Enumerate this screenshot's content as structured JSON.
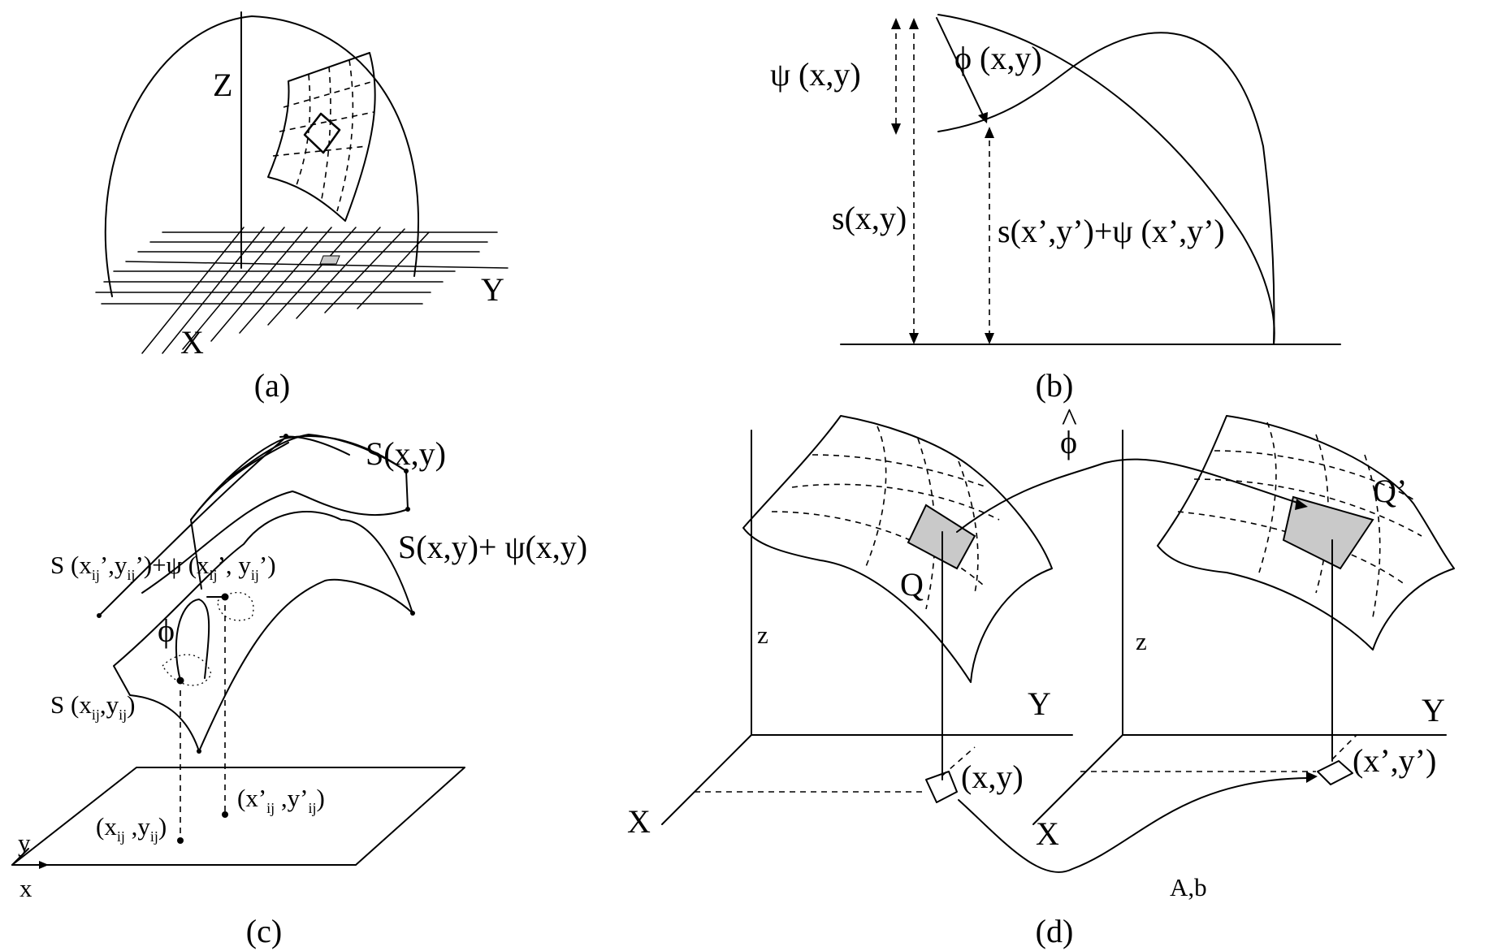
{
  "panels": {
    "a": {
      "caption": "(a)",
      "z_axis": "Z",
      "y_axis": "Y",
      "x_axis": "X"
    },
    "b": {
      "caption": "(b)",
      "psi_label": "ψ (x,y)",
      "phi_label": "ϕ (x,y)",
      "s_label": "s(x,y)",
      "s_plus_psi_label": "s(x’,y’)+ψ (x’,y’)"
    },
    "c": {
      "caption": "(c)",
      "surface_label": "S(x,y)",
      "surface_plus_psi_label": "S(x,y)+ ψ(x,y)",
      "phi_label": "ϕ",
      "label_s_prime_main": "S (x",
      "label_s_prime_sub1": "ij",
      "label_s_prime_mid1": "’,y",
      "label_s_prime_sub2": "ij",
      "label_s_prime_mid2": "’)+ψ (x",
      "label_s_prime_sub3": "ij",
      "label_s_prime_mid3": "’, y",
      "label_s_prime_sub4": "ij",
      "label_s_prime_end": "’)",
      "label_s_main": "S (x",
      "label_s_sub1": "ij",
      "label_s_mid": ",y",
      "label_s_sub2": "ij",
      "label_s_end": ")",
      "pt1_main": "(x",
      "pt1_sub1": "ij",
      "pt1_mid": " ,y",
      "pt1_sub2": "ij",
      "pt1_end": ")",
      "pt2_main": "(x’",
      "pt2_sub1": "ij",
      "pt2_mid": " ,y’",
      "pt2_sub2": "ij",
      "pt2_end": ")",
      "y_axis": "y",
      "x_axis": "x"
    },
    "d": {
      "caption": "(d)",
      "phi_hat": "ϕ",
      "hat": "^",
      "q_label": "Q",
      "q_prime_label": "Q’",
      "z_left": "z",
      "z_right": "z",
      "y_left": "Y",
      "y_right": "Y",
      "x_left": "X",
      "x_right": "X",
      "xy_label": "(x,y)",
      "xy_prime_label": "(x’,y’)",
      "transform_label": "A,b"
    }
  }
}
